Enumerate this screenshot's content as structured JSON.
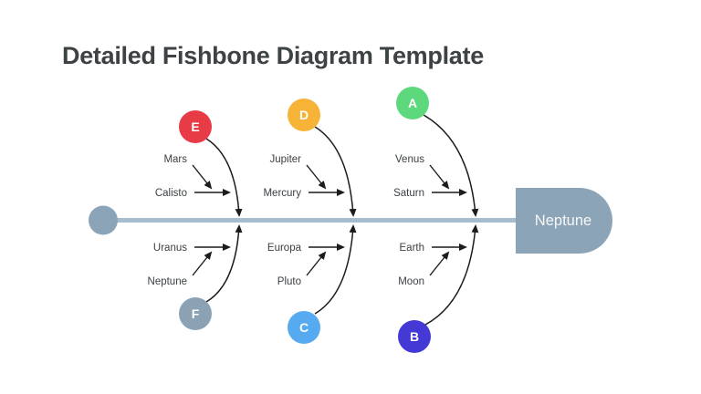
{
  "title": "Detailed Fishbone Diagram Template",
  "colors": {
    "bone_stroke": "#1c1c1c",
    "spine": "#a6bccf",
    "head_fill": "#8ca4b8",
    "tail_fill": "#8ca4b8",
    "label_text": "#3c4043",
    "title_text": "#3d4245"
  },
  "head": {
    "label": "Neptune"
  },
  "branches": {
    "top": [
      {
        "id": "E",
        "color": "#e73c46",
        "sub": [
          "Mars",
          "Calisto"
        ]
      },
      {
        "id": "D",
        "color": "#f7b338",
        "sub": [
          "Jupiter",
          "Mercury"
        ]
      },
      {
        "id": "A",
        "color": "#5ed87c",
        "sub": [
          "Venus",
          "Saturn"
        ]
      }
    ],
    "bottom": [
      {
        "id": "F",
        "color": "#8ba2b4",
        "sub": [
          "Uranus",
          "Neptune"
        ]
      },
      {
        "id": "C",
        "color": "#55aaf0",
        "sub": [
          "Europa",
          "Pluto"
        ]
      },
      {
        "id": "B",
        "color": "#4539d6",
        "sub": [
          "Earth",
          "Moon"
        ]
      }
    ]
  }
}
